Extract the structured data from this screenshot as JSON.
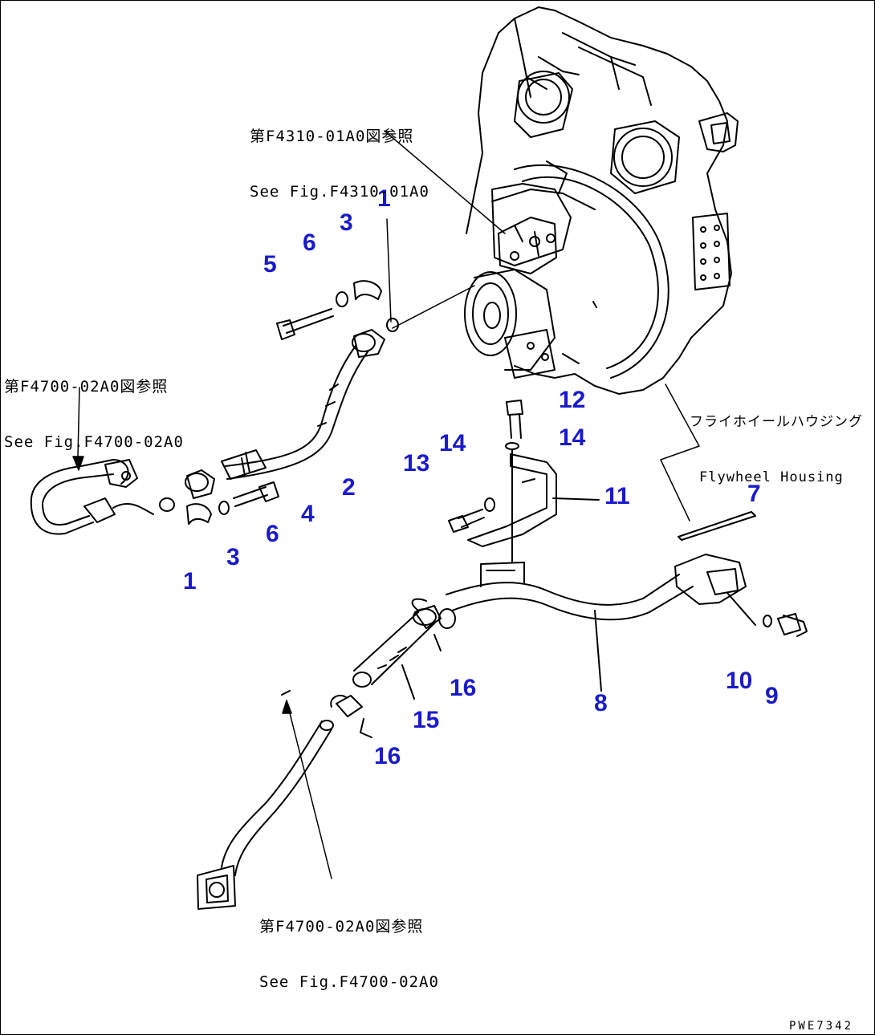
{
  "colors": {
    "callout": "#1a1acc",
    "line": "#000000",
    "background": "#ffffff"
  },
  "callouts": [
    {
      "id": "c1a",
      "text": "1"
    },
    {
      "id": "c3a",
      "text": "3"
    },
    {
      "id": "c6a",
      "text": "6"
    },
    {
      "id": "c5",
      "text": "5"
    },
    {
      "id": "c2",
      "text": "2"
    },
    {
      "id": "c4",
      "text": "4"
    },
    {
      "id": "c6b",
      "text": "6"
    },
    {
      "id": "c3b",
      "text": "3"
    },
    {
      "id": "c1b",
      "text": "1"
    },
    {
      "id": "c12",
      "text": "12"
    },
    {
      "id": "c14a",
      "text": "14"
    },
    {
      "id": "c14b",
      "text": "14"
    },
    {
      "id": "c13",
      "text": "13"
    },
    {
      "id": "c11",
      "text": "11"
    },
    {
      "id": "c7",
      "text": "7"
    },
    {
      "id": "c16a",
      "text": "16"
    },
    {
      "id": "c15",
      "text": "15"
    },
    {
      "id": "c8",
      "text": "8"
    },
    {
      "id": "c10",
      "text": "10"
    },
    {
      "id": "c9",
      "text": "9"
    },
    {
      "id": "c16b",
      "text": "16"
    }
  ],
  "references": {
    "top": {
      "jp": "第F4310-01A0図参照",
      "en": "See Fig.F4310-01A0"
    },
    "left": {
      "jp": "第F4700-02A0図参照",
      "en": "See Fig.F4700-02A0"
    },
    "bottom": {
      "jp": "第F4700-02A0図参照",
      "en": "See Fig.F4700-02A0"
    },
    "flywheel": {
      "jp": "フライホイールハウジング",
      "en": "Flywheel Housing"
    }
  },
  "drawing_code": "PWE7342"
}
